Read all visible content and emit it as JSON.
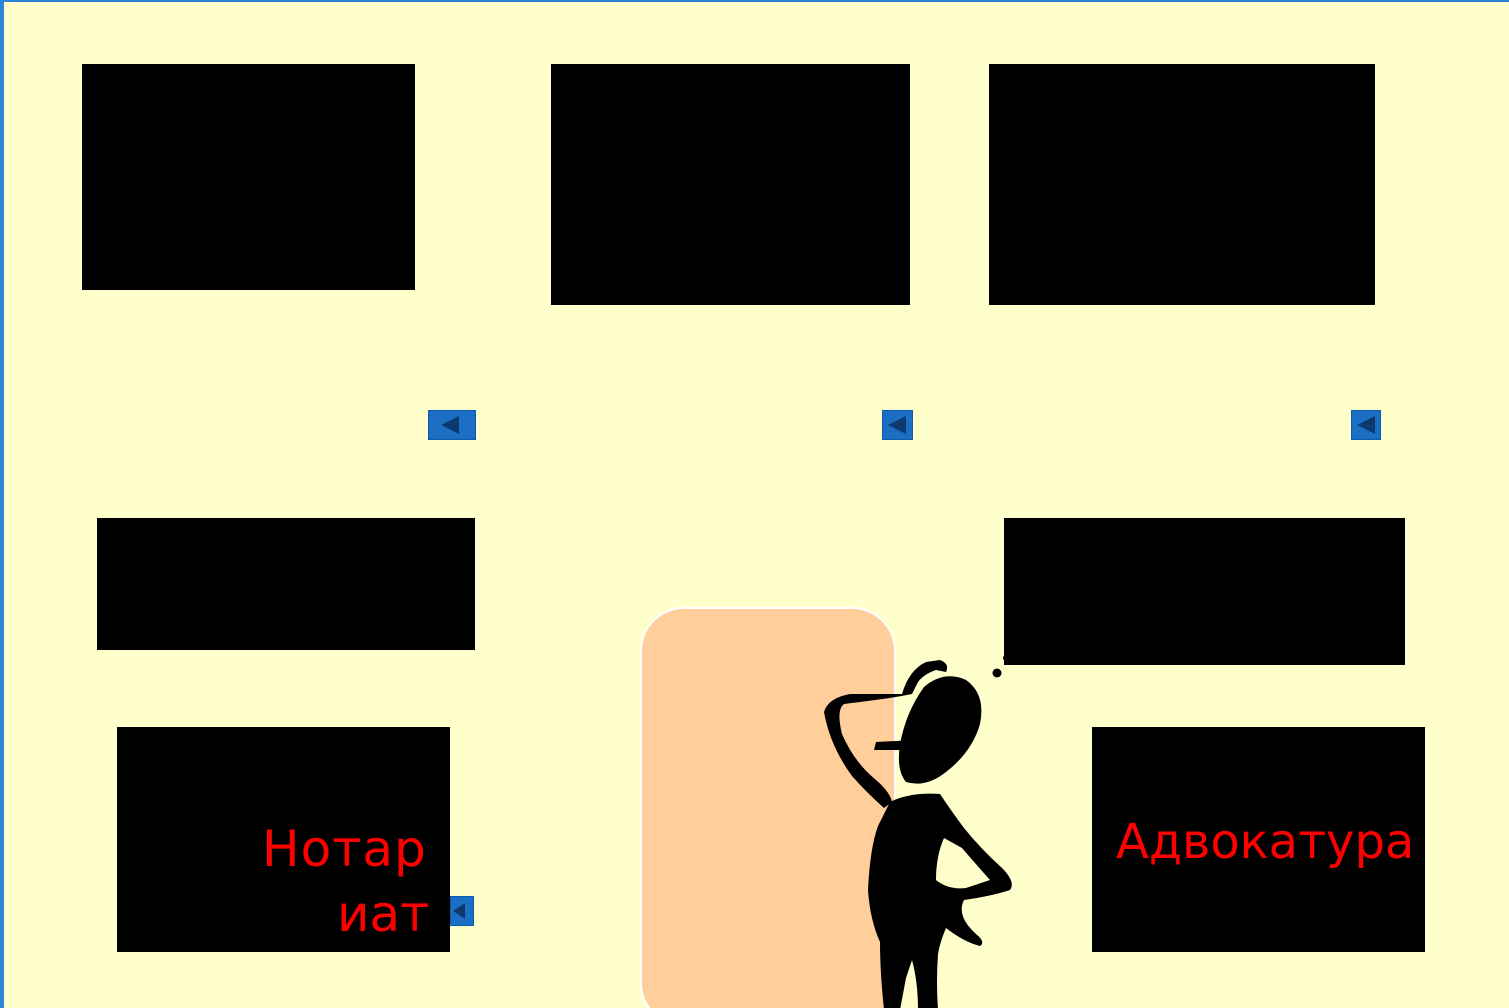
{
  "slide": {
    "background_color": "#ffffcc",
    "frame_color": "#2f86d6",
    "box_color": "#000000",
    "label_color": "#ff0000",
    "door_color": "#ffce9b"
  },
  "labels": {
    "notary_line1": "Нотар",
    "notary_line2": "иат",
    "advocacy": "Адвокатура"
  },
  "buttons": [
    {
      "icon": "triangle-left-icon",
      "action": "back"
    },
    {
      "icon": "triangle-left-icon",
      "action": "back"
    },
    {
      "icon": "triangle-left-icon",
      "action": "back"
    },
    {
      "icon": "triangle-left-icon",
      "action": "back"
    }
  ],
  "illustration": {
    "name": "thinking-man-silhouette",
    "prop": "rounded-door"
  }
}
